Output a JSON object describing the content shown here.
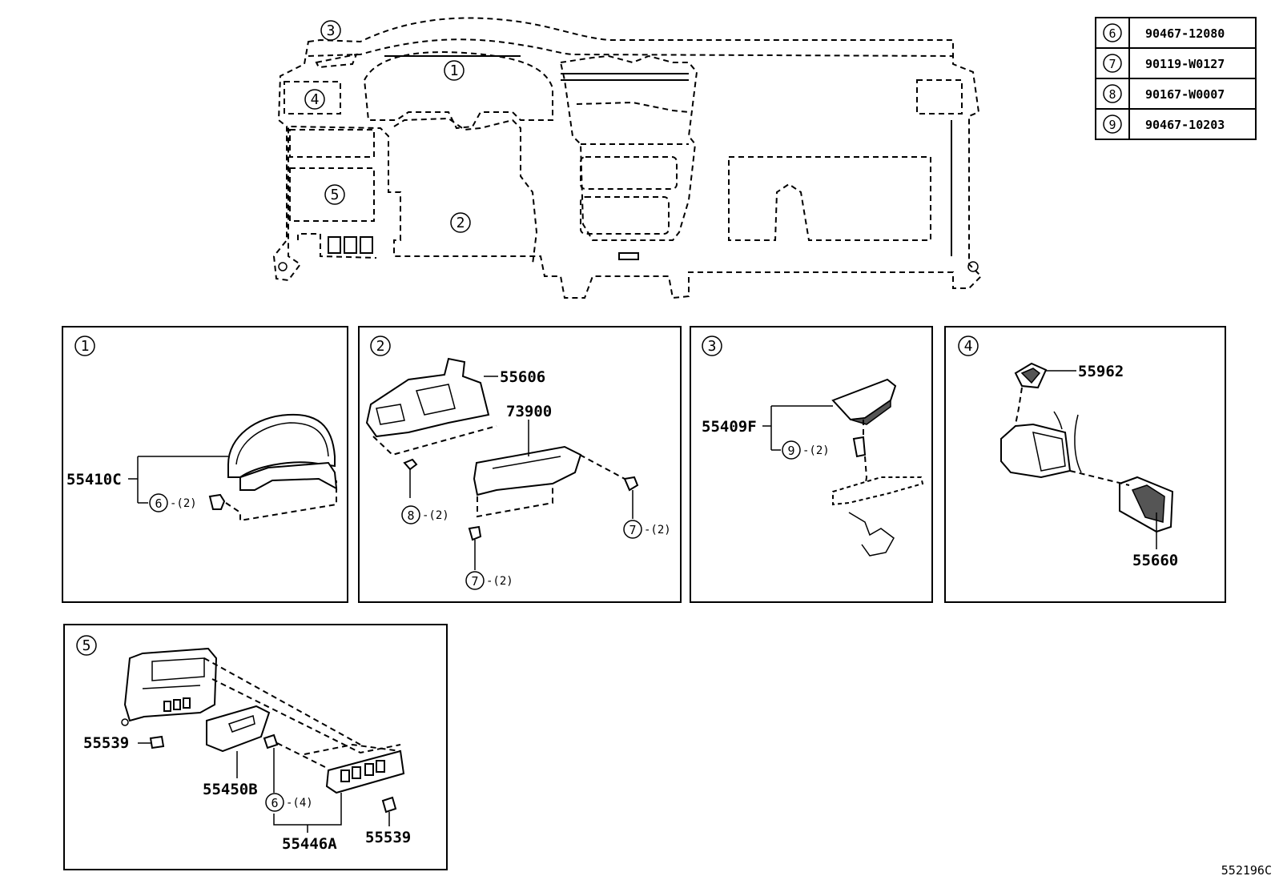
{
  "legend": [
    {
      "num": "6",
      "part": "90467-12080"
    },
    {
      "num": "7",
      "part": "90119-W0127"
    },
    {
      "num": "8",
      "part": "90167-W0007"
    },
    {
      "num": "9",
      "part": "90467-10203"
    }
  ],
  "overview": {
    "callouts": [
      "3",
      "1",
      "4",
      "5",
      "2"
    ]
  },
  "panels": [
    {
      "num": "1",
      "parts": {
        "cluster": "55410C",
        "clip_ref": "6",
        "clip_qty": "-(2)"
      }
    },
    {
      "num": "2",
      "parts": {
        "upper": "55606",
        "lower": "73900",
        "bolt_ref": "8",
        "bolt_qty": "-(2)",
        "screw_a_ref": "7",
        "screw_a_qty": "-(2)",
        "screw_b_ref": "7",
        "screw_b_qty": "-(2)"
      }
    },
    {
      "num": "3",
      "parts": {
        "pad": "55409F",
        "clip_ref": "9",
        "clip_qty": "-(2)"
      }
    },
    {
      "num": "4",
      "parts": {
        "register_small": "55962",
        "register_large": "55660"
      }
    },
    {
      "num": "5",
      "parts": {
        "cap_left": "55539",
        "pocket": "55450B",
        "clip_ref": "6",
        "clip_qty": "-(4)",
        "panel": "55446A",
        "cap_right": "55539"
      }
    }
  ],
  "diagram_id": "552196C"
}
